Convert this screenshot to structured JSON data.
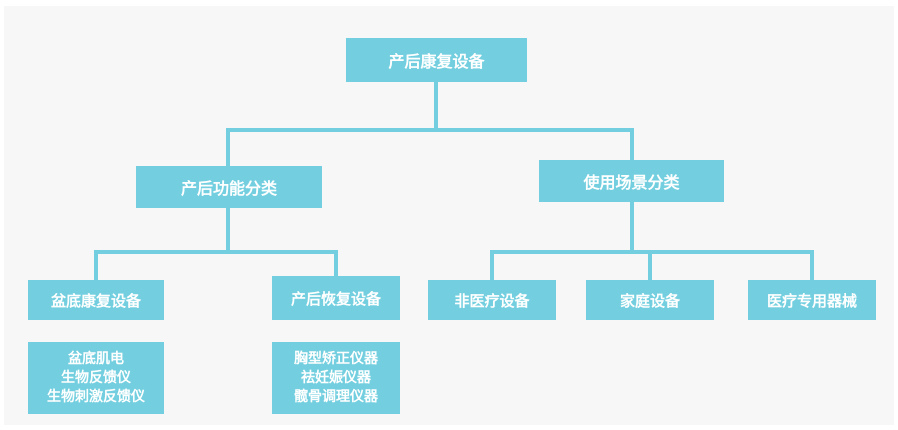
{
  "root": {
    "label": "产后康复设备"
  },
  "branches": {
    "function": {
      "label": "产后功能分类",
      "children": {
        "pelvic": {
          "label": "盆底康复设备",
          "items": [
            "盆底肌电",
            "生物反馈仪",
            "生物刺激反馈仪"
          ]
        },
        "recovery": {
          "label": "产后恢复设备",
          "items": [
            "胸型矫正仪器",
            "祛妊娠仪器",
            "髋骨调理仪器"
          ]
        }
      }
    },
    "scene": {
      "label": "使用场景分类",
      "children": {
        "nonmedical": {
          "label": "非医疗设备"
        },
        "home": {
          "label": "家庭设备"
        },
        "medical": {
          "label": "医疗专用器械"
        }
      }
    }
  },
  "colors": {
    "box_fill": "#73cfdf",
    "connector": "#73cfdf",
    "text": "#ffffff",
    "panel": "#f7f7f7"
  }
}
